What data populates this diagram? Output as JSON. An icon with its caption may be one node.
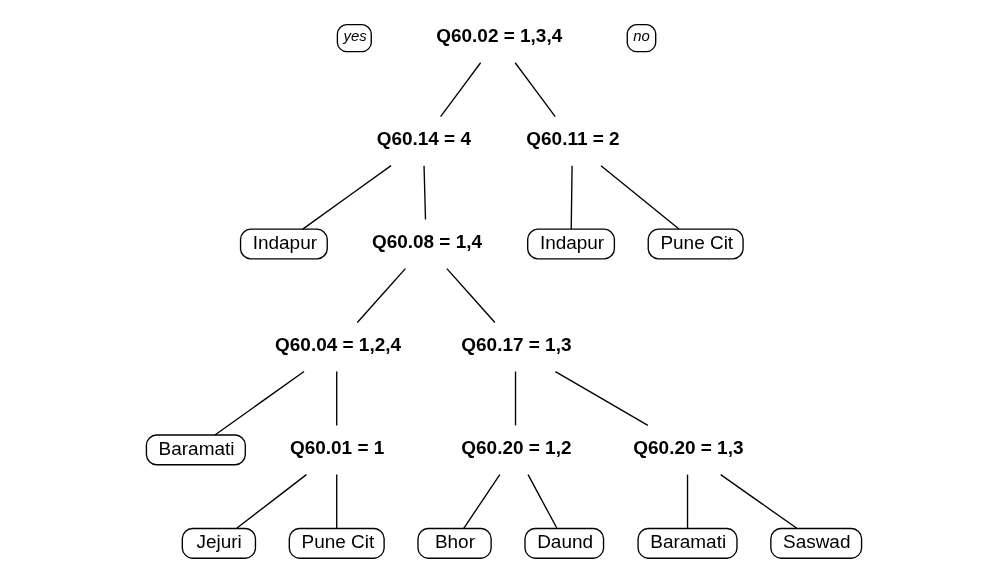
{
  "diagram": {
    "nodes": [
      {
        "text": [
          "Q60.02 = 1,3,4"
        ]
      },
      {
        "text": [
          "Q60.14 = 4"
        ]
      },
      {
        "text": [
          "Q60.11 = 2"
        ]
      },
      {
        "text": [
          "Indapur"
        ]
      },
      {
        "text": [
          "Q60.08 = 1,4"
        ]
      },
      {
        "text": [
          "Indapur"
        ]
      },
      {
        "text": [
          "Pune Cit"
        ]
      },
      {
        "text": [
          "Q60.04 = 1,2,4"
        ]
      },
      {
        "text": [
          "Q60.17 = 1,3"
        ]
      },
      {
        "text": [
          "Baramati"
        ]
      },
      {
        "text": [
          "Q60.01 = 1"
        ]
      },
      {
        "text": [
          "Q60.20 = 1,2"
        ]
      },
      {
        "text": [
          "Q60.20 = 1,3"
        ]
      },
      {
        "text": [
          "Jejuri"
        ]
      },
      {
        "text": [
          "Pune Cit"
        ]
      },
      {
        "text": [
          "Bhor"
        ]
      },
      {
        "text": [
          "Daund"
        ]
      },
      {
        "text": [
          "Baramati"
        ]
      },
      {
        "text": [
          "Saswad"
        ]
      }
    ],
    "edges": [
      {
        "from": 0,
        "to": 1,
        "arrow": "none"
      },
      {
        "from": 0,
        "to": 2,
        "arrow": "none"
      },
      {
        "from": 1,
        "to": 3,
        "arrow": "none"
      },
      {
        "from": 1,
        "to": 4,
        "arrow": "none"
      },
      {
        "from": 2,
        "to": 5,
        "arrow": "none"
      },
      {
        "from": 2,
        "to": 6,
        "arrow": "none"
      },
      {
        "from": 4,
        "to": 7,
        "arrow": "none"
      },
      {
        "from": 4,
        "to": 8,
        "arrow": "none"
      },
      {
        "from": 7,
        "to": 9,
        "arrow": "none"
      },
      {
        "from": 7,
        "to": 10,
        "arrow": "none"
      },
      {
        "from": 8,
        "to": 11,
        "arrow": "none"
      },
      {
        "from": 8,
        "to": 12,
        "arrow": "none"
      },
      {
        "from": 10,
        "to": 13,
        "arrow": "none"
      },
      {
        "from": 10,
        "to": 14,
        "arrow": "none"
      },
      {
        "from": 11,
        "to": 15,
        "arrow": "none"
      },
      {
        "from": 11,
        "to": 16,
        "arrow": "none"
      },
      {
        "from": 12,
        "to": 17,
        "arrow": "none"
      },
      {
        "from": 12,
        "to": 18,
        "arrow": "none"
      }
    ],
    "labels": [
      "yes",
      "no"
    ]
  }
}
